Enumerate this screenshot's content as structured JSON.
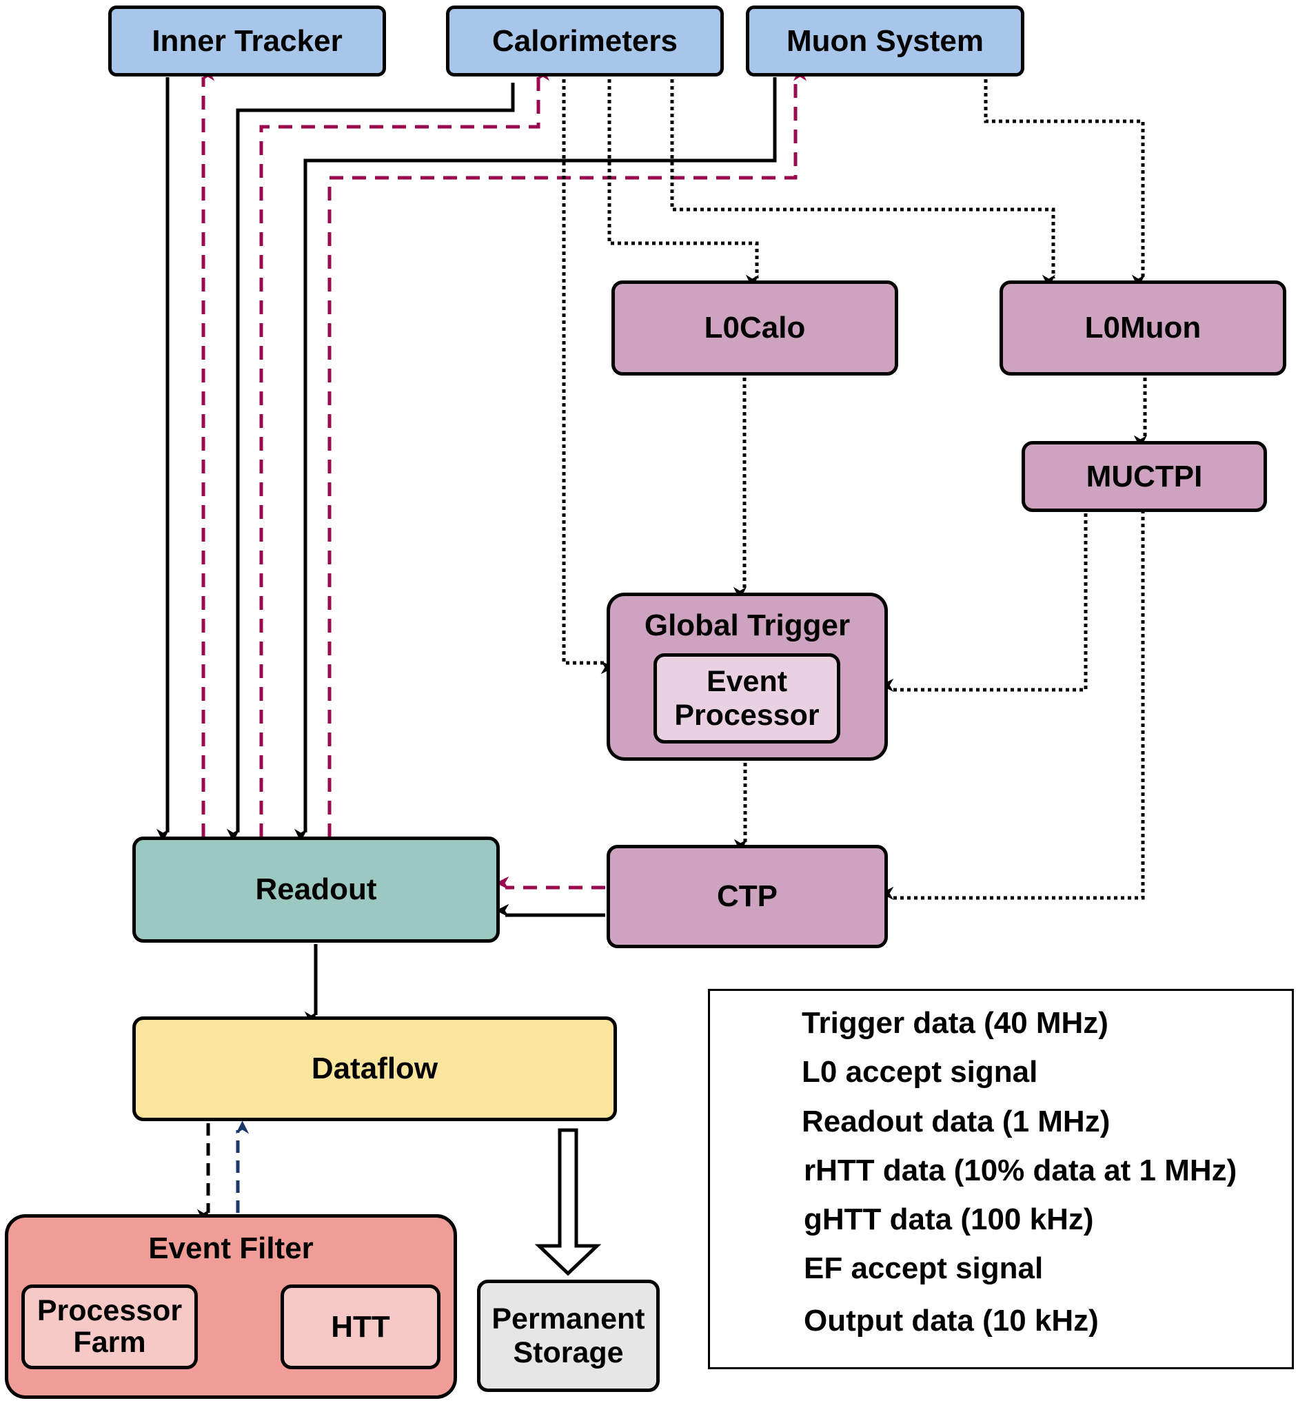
{
  "detectors": {
    "inner_tracker": "Inner Tracker",
    "calorimeters": "Calorimeters",
    "muon_system": "Muon System"
  },
  "trigger": {
    "l0calo": "L0Calo",
    "l0muon": "L0Muon",
    "muctpi": "MUCTPI",
    "global_trigger": "Global Trigger",
    "event_processor": "Event Processor",
    "ctp": "CTP"
  },
  "dataflow_chain": {
    "readout": "Readout",
    "dataflow": "Dataflow",
    "event_filter": "Event Filter",
    "processor_farm": "Processor Farm",
    "htt": "HTT",
    "permanent_storage": "Permanent Storage"
  },
  "legend": {
    "trigger_data": "Trigger data (40 MHz)",
    "l0_accept": "L0 accept signal",
    "readout_data": "Readout data (1 MHz)",
    "rhtt_data": "rHTT data (10% data at 1 MHz)",
    "ghtt_data": "gHTT data (100 kHz)",
    "ef_accept": "EF accept signal",
    "output_data": "Output data (10 kHz)"
  },
  "colors": {
    "detector_fill": "#a8c6ea",
    "trigger_fill": "#cea3c0",
    "event_processor_fill": "#e9d1e1",
    "readout_fill": "#9bc8c1",
    "dataflow_fill": "#fbe49b",
    "event_filter_fill": "#ef9d96",
    "event_filter_sub_fill": "#f6c9c6",
    "storage_fill": "#e6e6e6",
    "l0_accept_color": "#9b0a4e",
    "htt_color": "#1b3a6b",
    "line_color": "#000000"
  }
}
